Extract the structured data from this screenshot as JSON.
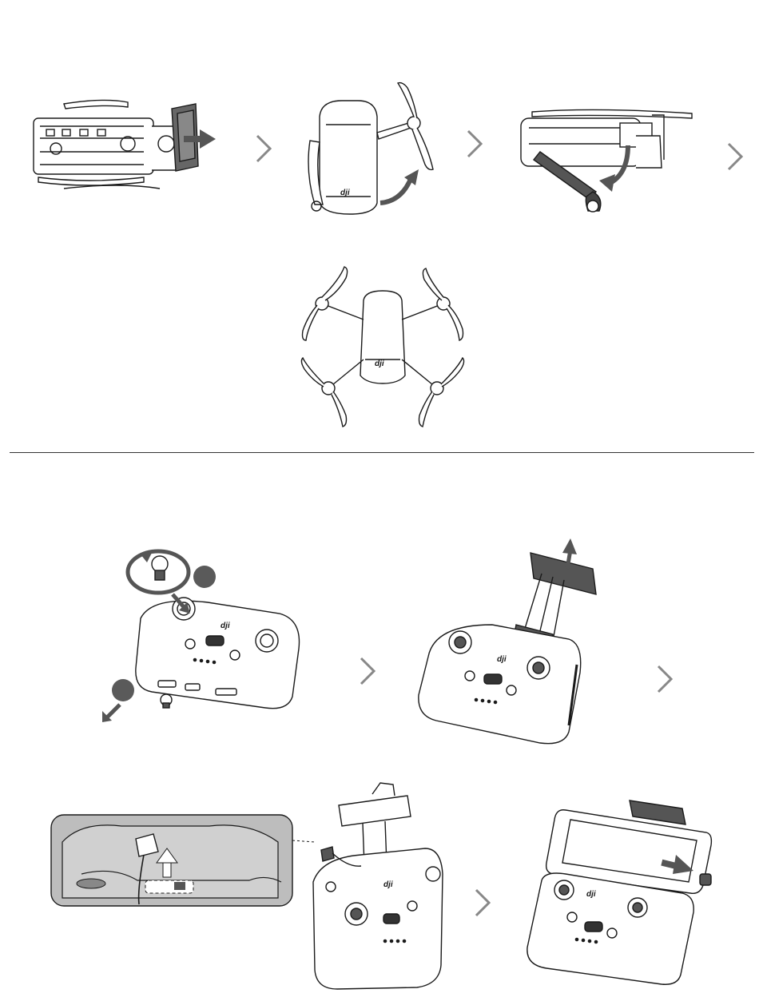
{
  "brand": {
    "logo_text": "dji"
  },
  "sections": {
    "aircraft": {
      "steps": [
        {
          "name": "remove-gimbal-protector"
        },
        {
          "name": "unfold-front-arms"
        },
        {
          "name": "unfold-rear-arms"
        },
        {
          "name": "aircraft-unfolded"
        }
      ]
    },
    "remote_controller": {
      "steps": [
        {
          "name": "attach-control-sticks"
        },
        {
          "name": "extend-phone-holder"
        },
        {
          "name": "connect-rc-cable"
        },
        {
          "name": "place-mobile-device"
        }
      ],
      "callouts": [
        {
          "label": ""
        },
        {
          "label": ""
        }
      ]
    }
  },
  "icons": {
    "arrow": "arrow-icon",
    "chevron": "chevron-right-icon",
    "rotate": "rotate-icon"
  },
  "colors": {
    "line": "#1a1a1a",
    "arrow": "#555555",
    "callout": "#5a5a5a",
    "inset_bg": "#bdbdbd",
    "chevron": "#888888"
  }
}
